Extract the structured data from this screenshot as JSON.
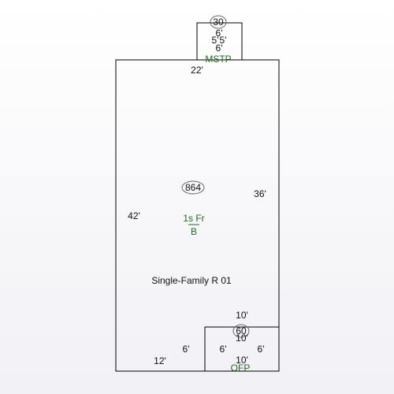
{
  "main": {
    "dims": [
      "22'",
      "36'",
      "42'",
      "12'"
    ],
    "area": "864",
    "label_line1": "1s Fr",
    "label_line2": "B",
    "occupancy": "Single-Family R 01"
  },
  "mstp": {
    "area": "30",
    "dims": [
      "6'",
      "5'",
      "5'",
      "6'"
    ],
    "code": "MSTP"
  },
  "ofp": {
    "area": "60",
    "dims": [
      "10'",
      "10'",
      "6'",
      "6'",
      "6'",
      "10'"
    ],
    "code": "OFP"
  },
  "colors": {
    "outline": "#000000",
    "code_text": "#1f6b1f"
  }
}
